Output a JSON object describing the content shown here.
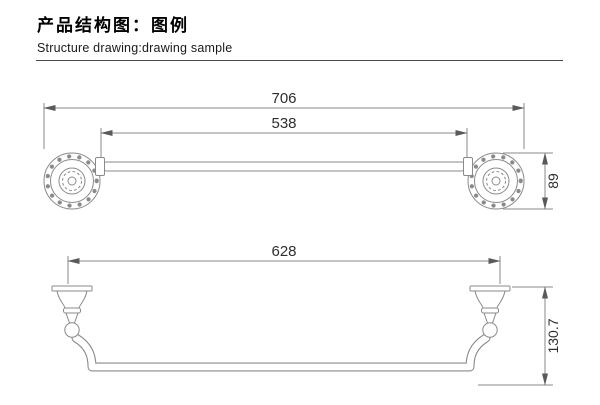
{
  "header": {
    "title_cn": "产品结构图：图例",
    "title_en": "Structure drawing:drawing sample"
  },
  "top_drawing": {
    "dim_overall_width": "706",
    "dim_bar_length": "538",
    "dim_flange_height": "89"
  },
  "bottom_drawing": {
    "dim_width": "628",
    "dim_height": "130.7"
  },
  "colors": {
    "drawing_line": "#8a8a8a",
    "dimension_text": "#2e2e2e",
    "divider": "#4a4a4a",
    "background": "#ffffff"
  }
}
